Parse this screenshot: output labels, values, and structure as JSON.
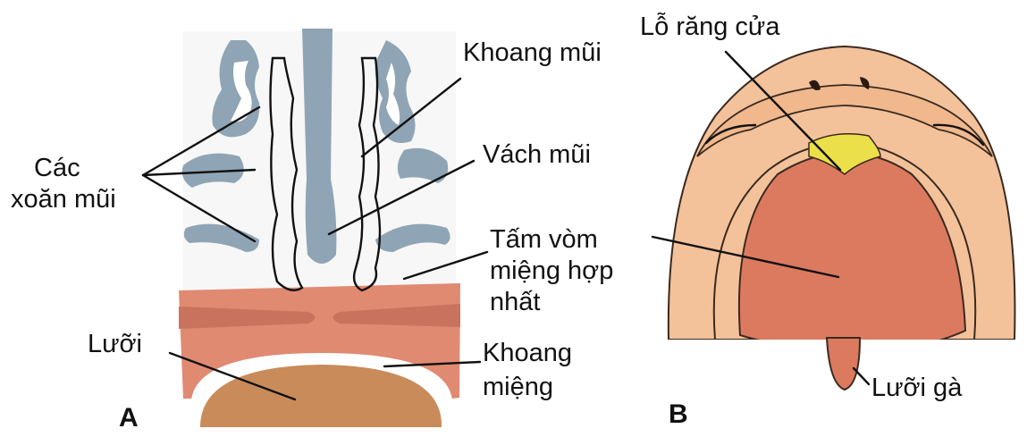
{
  "figure_a": {
    "panel_label": "A",
    "labels": {
      "conchae_line1": "Các",
      "conchae_line2": "xoăn mũi",
      "nasal_cavity": "Khoang mũi",
      "nasal_septum": "Vách mũi",
      "palate_line1": "Tấm vòm",
      "palate_line2": "miệng hợp",
      "palate_line3": "nhất",
      "tongue": "Lưỡi",
      "oral_cavity_line1": "Khoang",
      "oral_cavity_line2": "miệng"
    }
  },
  "figure_b": {
    "panel_label": "B",
    "labels": {
      "incisive_foramen": "Lỗ răng cửa",
      "uvula": "Lưỡi gà"
    }
  },
  "colors": {
    "septum_gray_blue": "#8fa5b5",
    "palate_pink": "#e08a72",
    "palate_band": "#c9735f",
    "tongue_brown": "#c98b5a",
    "face_skin": "#f3c29a",
    "palate_b": "#dc7a60",
    "premaxilla_yellow": "#ece04a"
  }
}
